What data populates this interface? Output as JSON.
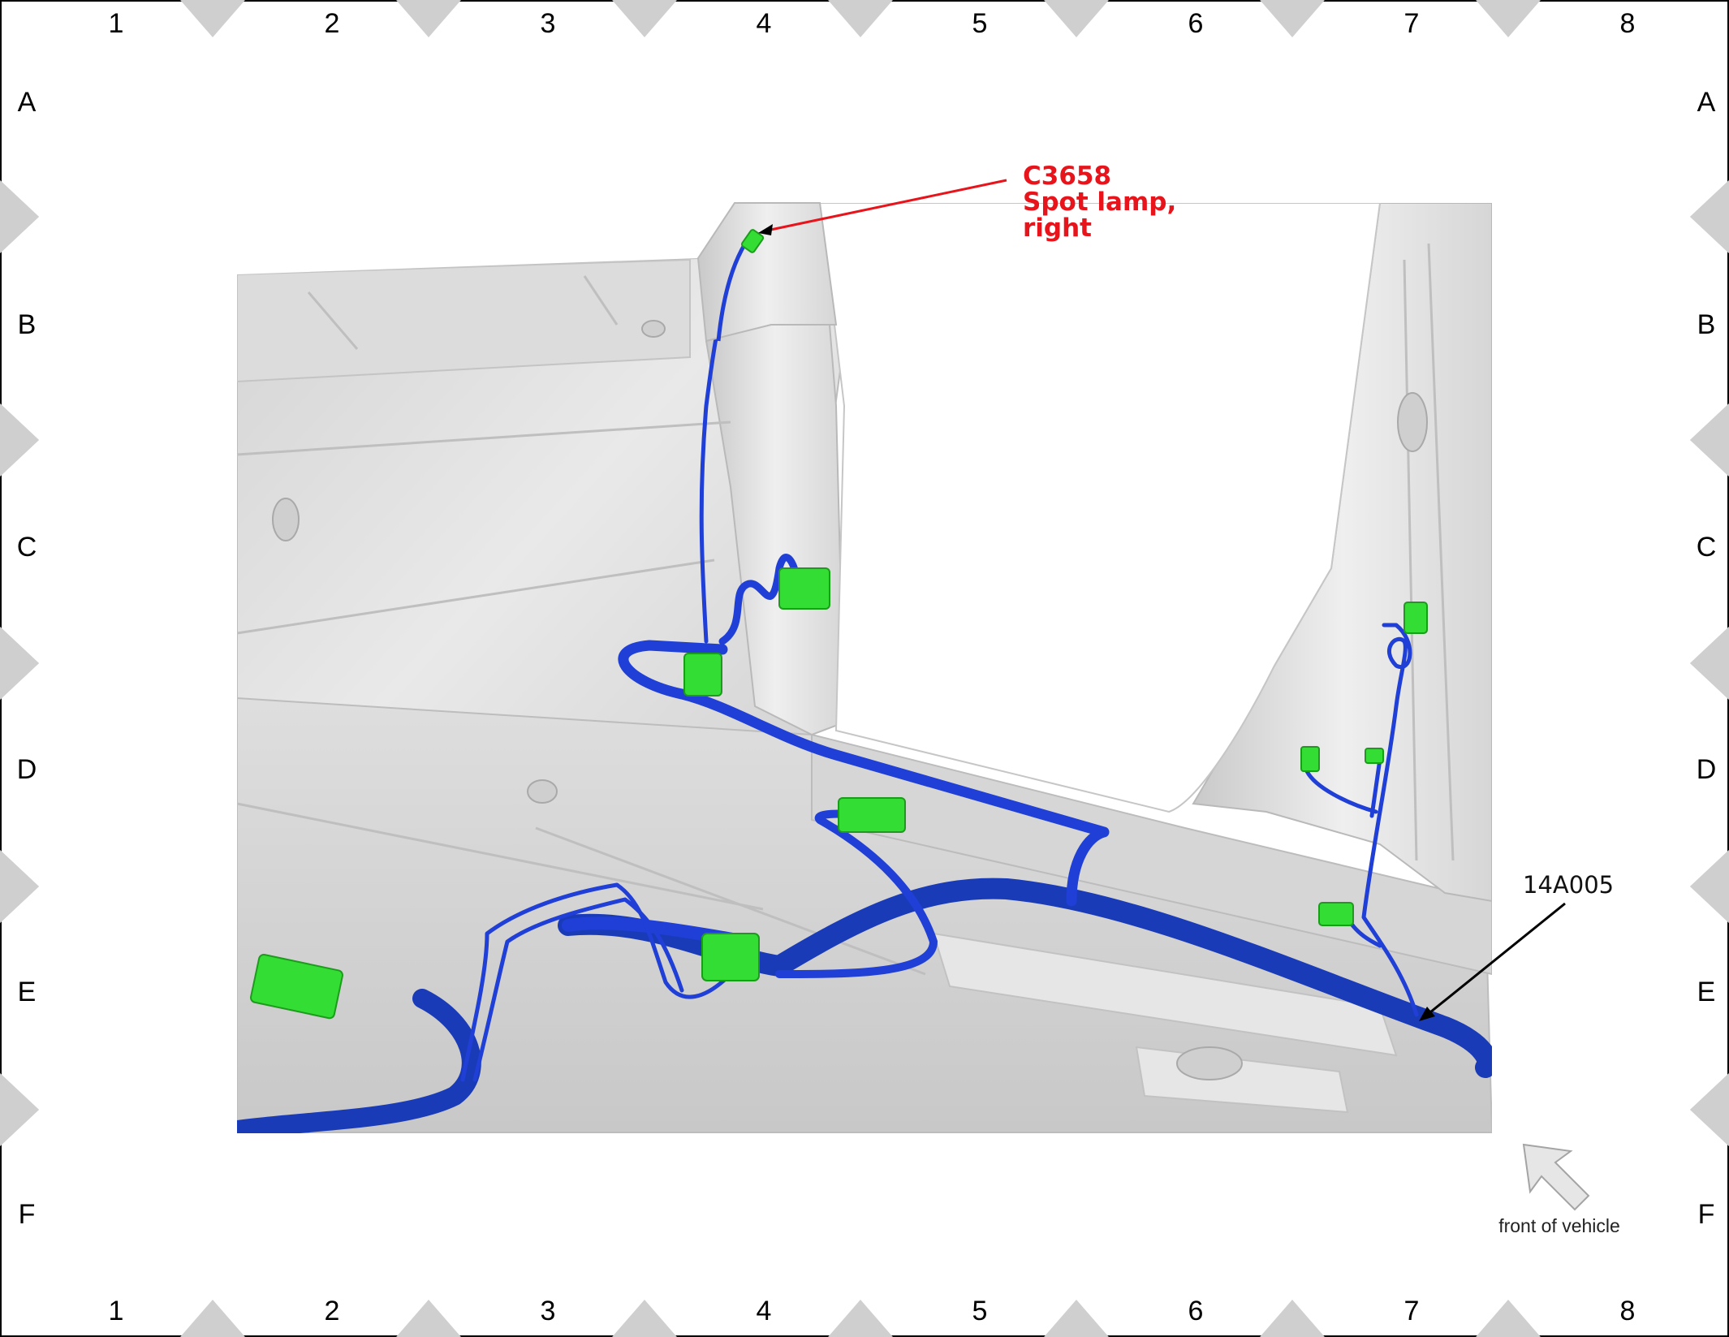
{
  "grid": {
    "columns": [
      "1",
      "2",
      "3",
      "4",
      "5",
      "6",
      "7",
      "8"
    ],
    "rows": [
      "A",
      "B",
      "C",
      "D",
      "E",
      "F"
    ]
  },
  "callouts": {
    "connector_id": "C3658",
    "connector_desc_1": "Spot lamp,",
    "connector_desc_2": "right",
    "harness_id": "14A005"
  },
  "orientation": {
    "label": "front of vehicle",
    "icon": "arrow-up-left-icon"
  },
  "colors": {
    "harness": "#1f3fd6",
    "connector": "#33dd33",
    "callout_text": "#e8141b",
    "body_panel": "#e4e4e4"
  }
}
